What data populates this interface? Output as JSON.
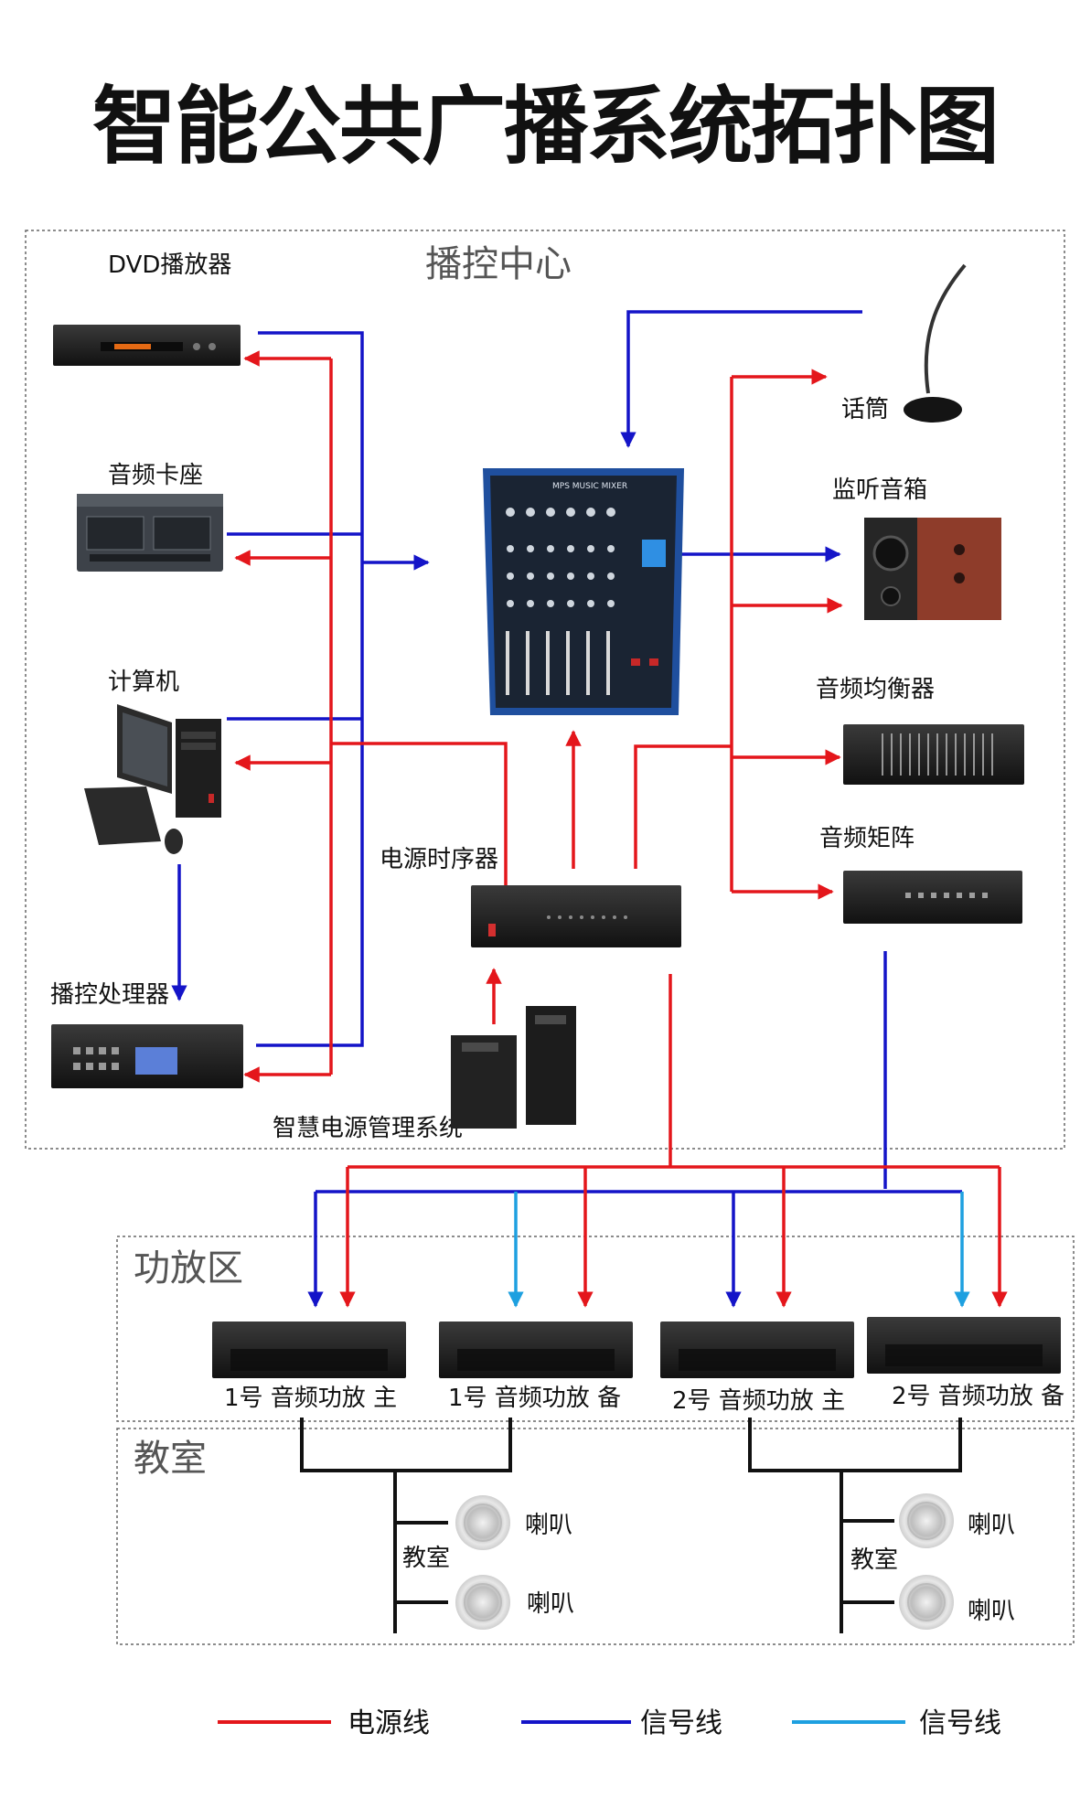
{
  "title": "智能公共广播系统拓扑图",
  "zones": {
    "control_center": "播控中心",
    "amp_zone": "功放区",
    "classroom_zone": "教室"
  },
  "devices": {
    "dvd": "DVD播放器",
    "cassette": "音频卡座",
    "computer": "计算机",
    "processor": "播控处理器",
    "sequencer": "电源时序器",
    "power_mgmt": "智慧电源管理系统",
    "microphone": "话筒",
    "monitor": "监听音箱",
    "equalizer": "音频均衡器",
    "matrix": "音频矩阵",
    "mixer_brand": "MPS MUSIC MIXER"
  },
  "amplifiers": [
    {
      "label": "1号 音频功放 主"
    },
    {
      "label": "1号 音频功放 备"
    },
    {
      "label": "2号 音频功放 主"
    },
    {
      "label": "2号 音频功放 备"
    }
  ],
  "classrooms": [
    {
      "label": "教室",
      "speakers": [
        "喇叭",
        "喇叭"
      ]
    },
    {
      "label": "教室",
      "speakers": [
        "喇叭",
        "喇叭"
      ]
    }
  ],
  "legend": [
    {
      "label": "电源线",
      "color": "#e4161b"
    },
    {
      "label": "信号线",
      "color": "#1414c8"
    },
    {
      "label": "信号线",
      "color": "#1ea0e0"
    }
  ],
  "colors": {
    "power": "#e4161b",
    "signal": "#1414c8",
    "signal_light": "#1ea0e0"
  }
}
